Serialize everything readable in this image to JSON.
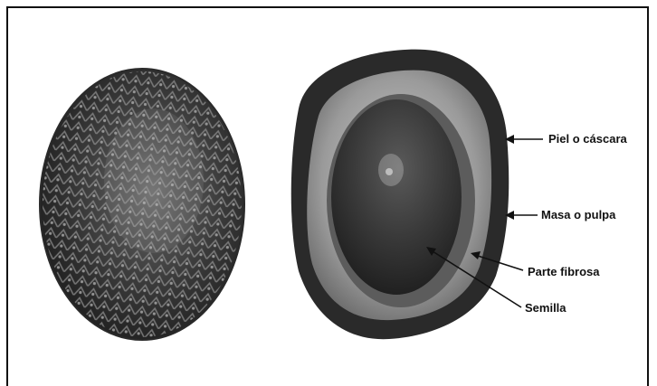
{
  "labels": {
    "skin": "Piel o cáscara",
    "pulp": "Masa o pulpa",
    "fibrous": "Parte fibrosa",
    "seed": "Semilla"
  },
  "illustration": {
    "whole_fruit": "scaly-fruit-exterior",
    "cut_fruit": "fruit-cross-section"
  }
}
